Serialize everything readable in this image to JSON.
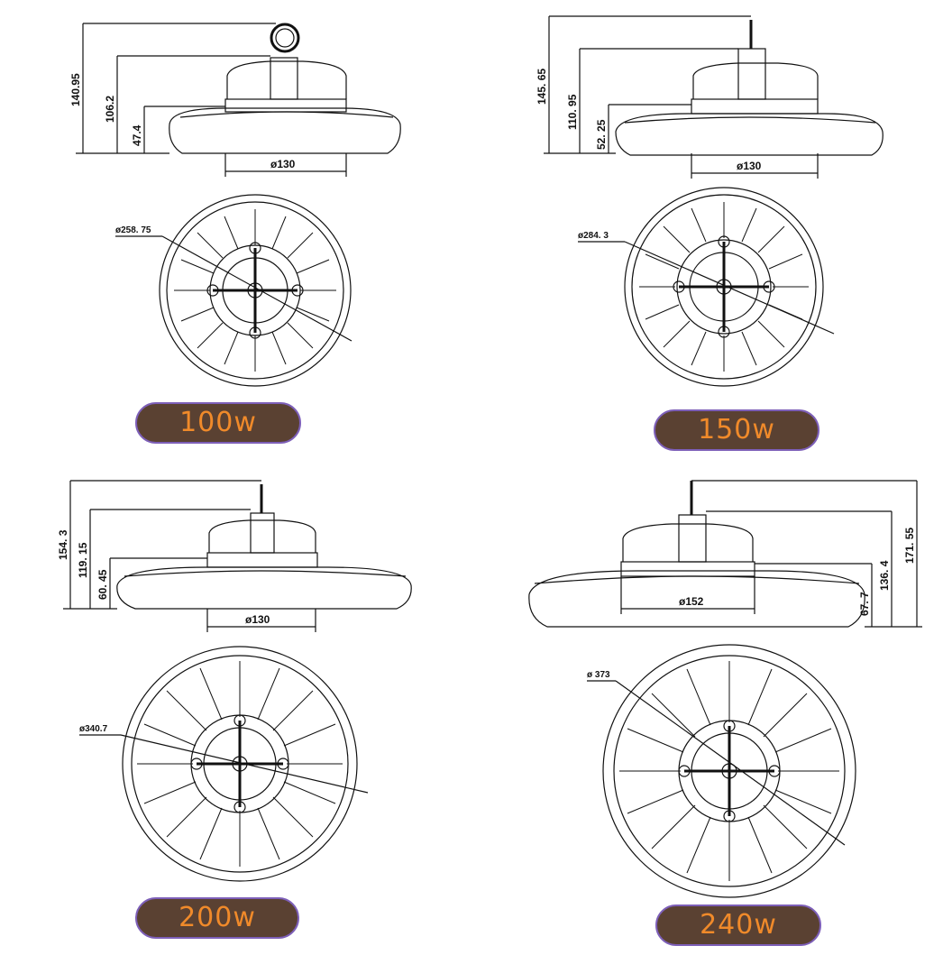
{
  "panels": [
    {
      "id": "100w",
      "wattage_label": "100w",
      "side_dims": [
        "140.95",
        "106.2",
        "47.4"
      ],
      "bottom_dim": "ø130",
      "plan_dim": "ø258. 75"
    },
    {
      "id": "150w",
      "wattage_label": "150w",
      "side_dims": [
        "145. 65",
        "110. 95",
        "52. 25"
      ],
      "bottom_dim": "ø130",
      "plan_dim": "ø284. 3"
    },
    {
      "id": "200w",
      "wattage_label": "200w",
      "side_dims": [
        "154. 3",
        "119. 15",
        "60. 45"
      ],
      "bottom_dim": "ø130",
      "plan_dim": "ø340.7"
    },
    {
      "id": "240w",
      "wattage_label": "240w",
      "side_dims": [
        "171. 55",
        "136. 4",
        "67. 7"
      ],
      "bottom_dim": "ø152",
      "plan_dim": "ø 373"
    }
  ],
  "colors": {
    "badge_fill": "#5a4132",
    "badge_border": "#7d5fb8",
    "badge_text": "#f08a2a",
    "line": "#111111"
  }
}
